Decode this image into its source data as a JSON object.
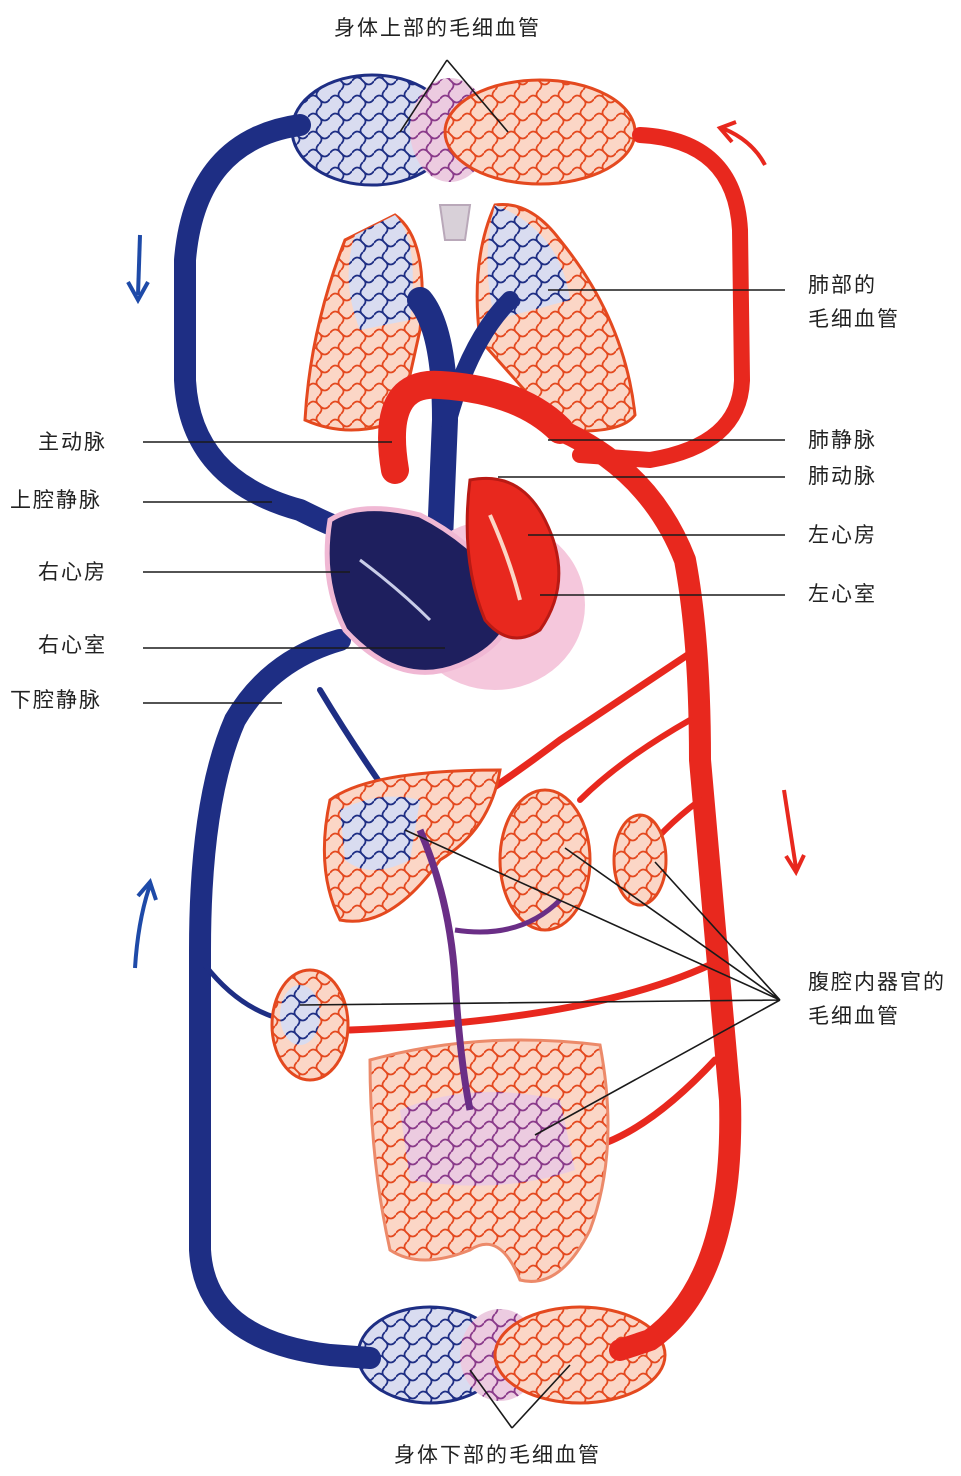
{
  "labels": {
    "upper_capillaries": "身体上部的毛细血管",
    "lung_capillaries": "肺部的\n毛细血管",
    "aorta": "主动脉",
    "superior_vena_cava": "上腔静脉",
    "right_atrium": "右心房",
    "right_ventricle": "右心室",
    "inferior_vena_cava": "下腔静脉",
    "pulmonary_vein": "肺静脉",
    "pulmonary_artery": "肺动脉",
    "left_atrium": "左心房",
    "left_ventricle": "左心室",
    "abdominal_capillaries": "腹腔内器官的\n毛细血管",
    "lower_capillaries": "身体下部的毛细血管"
  },
  "colors": {
    "vein": "#1e2e84",
    "artery": "#e8281e",
    "heart_sac": "#f0b8d4",
    "capillary_fill": "#f9c9b8"
  },
  "icons": {
    "flow_arrow_down": "arrow-down-blue",
    "flow_arrow_up": "arrow-up-blue",
    "flow_arrow_red_up": "arrow-up-red",
    "flow_arrow_red_down": "arrow-down-red"
  }
}
